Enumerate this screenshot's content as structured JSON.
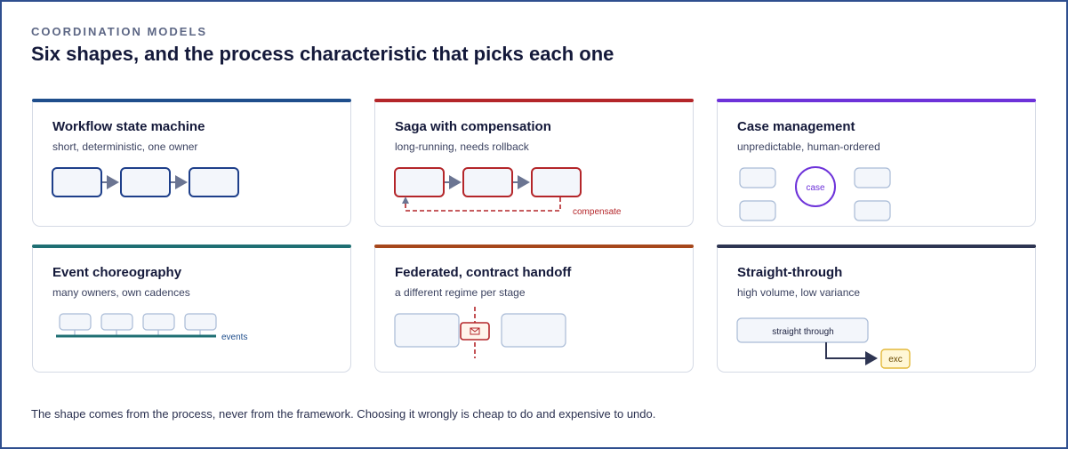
{
  "header": {
    "eyebrow": "COORDINATION MODELS",
    "title": "Six shapes, and the process characteristic that picks each one"
  },
  "cards": [
    {
      "title": "Workflow state machine",
      "subtitle": "short, deterministic, one owner",
      "accent": "#1f4e8c"
    },
    {
      "title": "Saga with compensation",
      "subtitle": "long-running, needs rollback",
      "accent": "#b4262a",
      "diagram_label": "compensate"
    },
    {
      "title": "Case management",
      "subtitle": "unpredictable, human-ordered",
      "accent": "#6d32d9",
      "diagram_label": "case"
    },
    {
      "title": "Event choreography",
      "subtitle": "many owners, own cadences",
      "accent": "#1f6f73",
      "diagram_label": "events"
    },
    {
      "title": "Federated, contract handoff",
      "subtitle": "a different regime per stage",
      "accent": "#a6471c",
      "diagram_icon": "envelope-icon"
    },
    {
      "title": "Straight-through",
      "subtitle": "high volume, low variance",
      "accent": "#2e3552",
      "diagram_label": "straight through",
      "diagram_label_2": "exc"
    }
  ],
  "colors": {
    "navy_outline": "#1e3f8a",
    "box_fill": "#f3f6fb",
    "box_stroke": "#a9bbd6",
    "arrow": "#6b7592",
    "red": "#b4262a",
    "purple": "#6d32d9",
    "teal": "#1f6f73",
    "exception_fill": "#fff7d6",
    "exception_stroke": "#e3b93a"
  },
  "footer": {
    "text": "The shape comes from the process, never from the framework. Choosing it wrongly is cheap to do and expensive to undo."
  }
}
